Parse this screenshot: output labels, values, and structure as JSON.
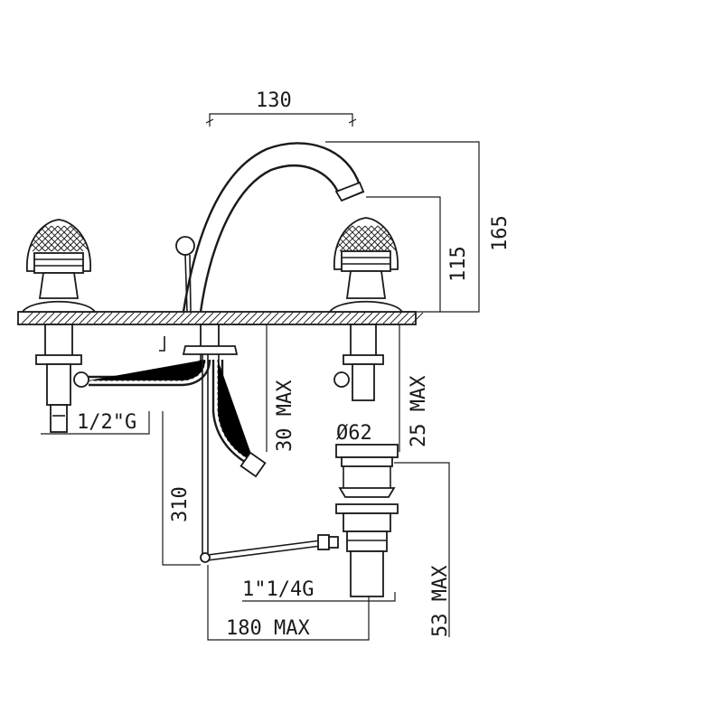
{
  "dimensions": {
    "spout_reach": "130",
    "total_height": "165",
    "spout_height": "115",
    "deck_thickness_valves": "30 MAX",
    "deck_thickness_waste": "25 MAX",
    "inlet_thread": "1/2\"G",
    "hose_length": "310",
    "waste_diameter": "Ø62",
    "waste_depth": "53 MAX",
    "waste_thread": "1\"1/4G",
    "waste_offset": "180 MAX"
  }
}
